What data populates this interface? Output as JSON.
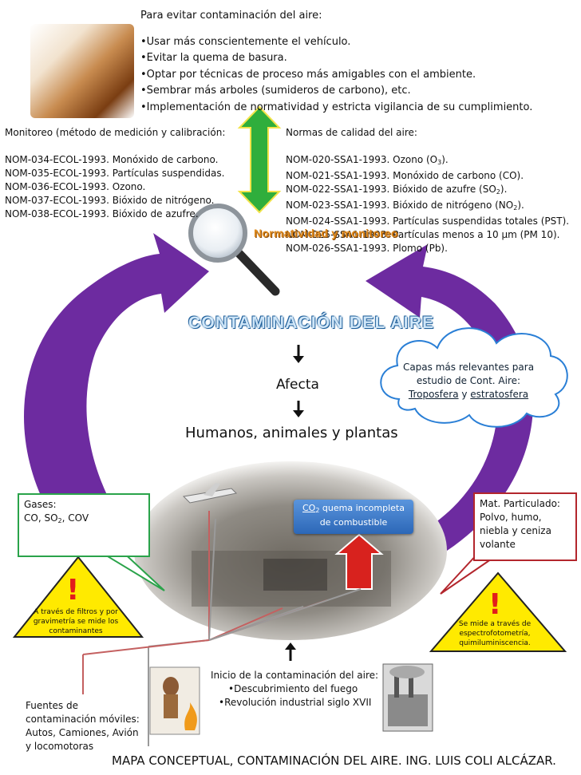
{
  "prevent": {
    "title": "Para evitar contaminación del aire:",
    "items": [
      "•Usar más conscientemente el vehículo.",
      "•Evitar la quema de basura.",
      "•Optar por técnicas de proceso más amigables con el ambiente.",
      "•Sembrar más arboles (sumideros de carbono), etc.",
      "•Implementación de normatividad y estricta vigilancia de su cumplimiento."
    ]
  },
  "monitoreo": {
    "title": "Monitoreo (método de medición y calibración:",
    "items": [
      "NOM-034-ECOL-1993. Monóxido de carbono.",
      "NOM-035-ECOL-1993. Partículas suspendidas.",
      "NOM-036-ECOL-1993. Ozono.",
      "NOM-037-ECOL-1993. Bióxido de nitrógeno.",
      "NOM-038-ECOL-1993. Bióxido de azufre."
    ]
  },
  "normas": {
    "title": "Normas de calidad del aire:",
    "items": [
      {
        "text": "NOM-020-SSA1-1993. Ozono (O",
        "sub": "3",
        "tail": ")."
      },
      {
        "text": "NOM-021-SSA1-1993. Monóxido de carbono (CO).",
        "sub": "",
        "tail": ""
      },
      {
        "text": "NOM-022-SSA1-1993. Bióxido de azufre (SO",
        "sub": "2",
        "tail": ")."
      },
      {
        "text": "NOM-023-SSA1-1993. Bióxido de nitrógeno (NO",
        "sub": "2",
        "tail": ")."
      },
      {
        "text": "NOM-024-SSA1-1993. Partículas suspendidas totales (PST).",
        "sub": "",
        "tail": ""
      },
      {
        "text": "NOM-025-SSA1-1993. Partículas menos a 10 µm (PM 10).",
        "sub": "",
        "tail": ""
      },
      {
        "text": "NOM-026-SSA1-1993. Plomo (Pb).",
        "sub": "",
        "tail": ""
      }
    ]
  },
  "normatividad_title": "Normatividad y monitoreo",
  "main_title": "CONTAMINACIÓN DEL AIRE",
  "afecta": "Afecta",
  "humanos": "Humanos, animales y plantas",
  "cloud": {
    "line1": "Capas  más relevantes para",
    "line2": "estudio  de Cont. Aire:",
    "tropo": "Troposfera",
    "y": " y ",
    "estrato": "estratosfera"
  },
  "gases": {
    "label": "Gases:",
    "pre": "CO, SO",
    "sub": "2",
    "post": ", COV"
  },
  "co_box": {
    "pre": "CO",
    "sub": "2",
    "post": " quema incompleta",
    "line2": "de combustible"
  },
  "matpart": {
    "label": "Mat. Particulado:",
    "lines": [
      "Polvo, humo,",
      "niebla y ceniza",
      "volante"
    ]
  },
  "tri_left": {
    "excl": "!",
    "text": "A través de filtros y por gravimetría se mide los contaminantes"
  },
  "tri_right": {
    "excl": "!",
    "text": "Se mide a través de espectrofotometría, quimiluminiscencia."
  },
  "fuentes": {
    "lines": [
      "Fuentes de",
      "contaminación móviles:",
      "Autos, Camiones, Avión",
      "y locomotoras"
    ]
  },
  "inicio": {
    "title": "Inicio de la contaminación del aire:",
    "item1": "•Descubrimiento del fuego",
    "item2": "•Revolución industrial siglo XVII"
  },
  "footer": "MAPA CONCEPTUAL, CONTAMINACIÓN DEL AIRE. ING. LUIS COLI ALCÁZAR.",
  "colors": {
    "purple_arrow": "#6d2ba0",
    "green_arrow": "#2fae3c",
    "red_arrow": "#d8221e",
    "title_orange": "#e08b1d",
    "title_blue": "#2a6fb3",
    "callout_green": "#2aa34a",
    "callout_red": "#b3262d",
    "triangle_yellow": "#ffea00"
  }
}
